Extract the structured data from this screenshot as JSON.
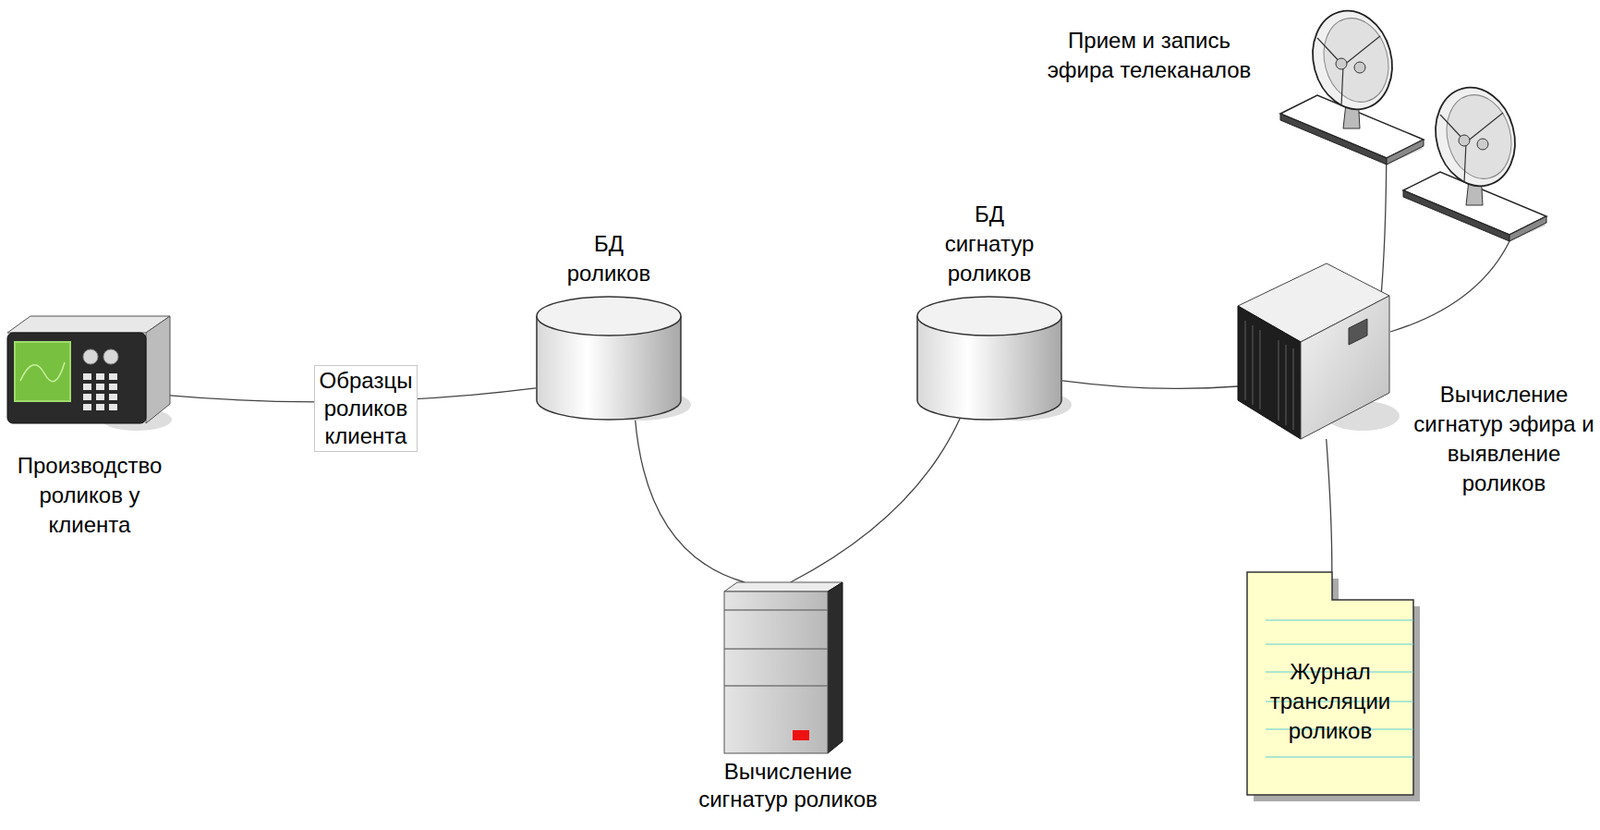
{
  "diagram": {
    "nodes": [
      {
        "text": [
          "Производство роликов у клиента"
        ]
      },
      {
        "text": [
          "БД роликов"
        ]
      },
      {
        "text": [
          "БД сигнатур роликов"
        ]
      },
      {
        "text": [
          "Прием и запись эфира телеканалов"
        ]
      },
      {
        "text": [
          "Вычисление сигнатур эфира и выявление роликов"
        ]
      },
      {
        "text": [
          "Вычисление сигнатур роликов"
        ]
      },
      {
        "text": [
          "Журнал трансляции роликов"
        ]
      }
    ],
    "edges": [
      {
        "from": 0,
        "to": 1,
        "arrow": "none",
        "label": "Образцы роликов клиента"
      },
      {
        "from": 1,
        "to": 5,
        "arrow": "none"
      },
      {
        "from": 5,
        "to": 2,
        "arrow": "none"
      },
      {
        "from": 2,
        "to": 4,
        "arrow": "none"
      },
      {
        "from": 3,
        "to": 4,
        "arrow": "none"
      },
      {
        "from": 4,
        "to": 6,
        "arrow": "none"
      }
    ]
  }
}
